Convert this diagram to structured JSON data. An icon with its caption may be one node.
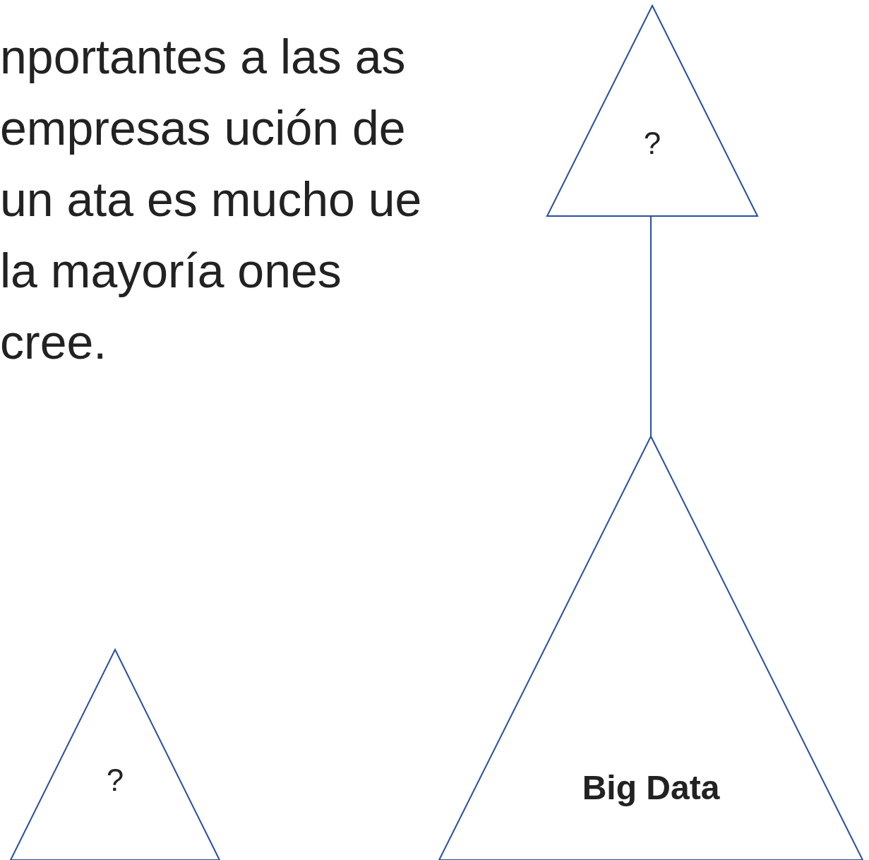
{
  "diagram": {
    "nodes": [
      {
        "text": [
          "?"
        ]
      },
      {
        "text": [
          "Big Data"
        ]
      },
      {
        "text": [
          "?"
        ]
      }
    ],
    "edges": [
      {
        "from": 1,
        "to": 0,
        "arrow": "none"
      }
    ],
    "labels": [
      "nportantes a las as empresas ución de un ata es mucho ue la mayoría ones cree."
    ]
  }
}
